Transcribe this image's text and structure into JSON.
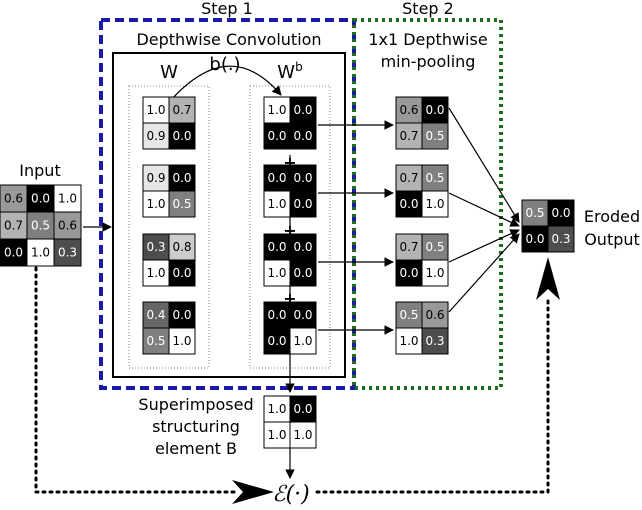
{
  "labels": {
    "step1": "Step 1",
    "step2": "Step 2",
    "depthwise_conv": "Depthwise Convolution",
    "depthwise_min_pool_line1": "1x1 Depthwise",
    "depthwise_min_pool_line2": "min-pooling",
    "W": "W",
    "b_func": "b(.)",
    "Wb_main": "W",
    "Wb_sup": "b",
    "input": "Input",
    "eroded_line1": "Eroded",
    "eroded_line2": "Output",
    "superimposed_line1": "Superimposed",
    "superimposed_line2": "structuring",
    "superimposed_line3": "element B",
    "erosion_op": "ℰ(·)",
    "plus": "+"
  },
  "colors": {
    "step1_border": "#1a1aa6",
    "step2_border": "#1f6b1f"
  },
  "matrices": {
    "input": [
      [
        "0.6",
        "0.0",
        "1.0"
      ],
      [
        "0.7",
        "0.5",
        "0.6"
      ],
      [
        "0.0",
        "1.0",
        "0.3"
      ]
    ],
    "W": [
      [
        [
          "1.0",
          "0.7"
        ],
        [
          "0.9",
          "0.0"
        ]
      ],
      [
        [
          "0.9",
          "0.0"
        ],
        [
          "1.0",
          "0.5"
        ]
      ],
      [
        [
          "0.3",
          "0.8"
        ],
        [
          "1.0",
          "0.0"
        ]
      ],
      [
        [
          "0.4",
          "0.0"
        ],
        [
          "0.5",
          "1.0"
        ]
      ]
    ],
    "Wb": [
      [
        [
          "1.0",
          "0.0"
        ],
        [
          "0.0",
          "0.0"
        ]
      ],
      [
        [
          "0.0",
          "0.0"
        ],
        [
          "1.0",
          "0.0"
        ]
      ],
      [
        [
          "0.0",
          "0.0"
        ],
        [
          "1.0",
          "0.0"
        ]
      ],
      [
        [
          "0.0",
          "0.0"
        ],
        [
          "0.0",
          "1.0"
        ]
      ]
    ],
    "step2": [
      [
        [
          "0.6",
          "0.0"
        ],
        [
          "0.7",
          "0.5"
        ]
      ],
      [
        [
          "0.7",
          "0.5"
        ],
        [
          "0.0",
          "1.0"
        ]
      ],
      [
        [
          "0.7",
          "0.5"
        ],
        [
          "0.0",
          "1.0"
        ]
      ],
      [
        [
          "0.5",
          "0.6"
        ],
        [
          "1.0",
          "0.3"
        ]
      ]
    ],
    "B": [
      [
        "1.0",
        "0.0"
      ],
      [
        "1.0",
        "1.0"
      ]
    ],
    "output": [
      [
        "0.5",
        "0.0"
      ],
      [
        "0.0",
        "0.3"
      ]
    ]
  }
}
